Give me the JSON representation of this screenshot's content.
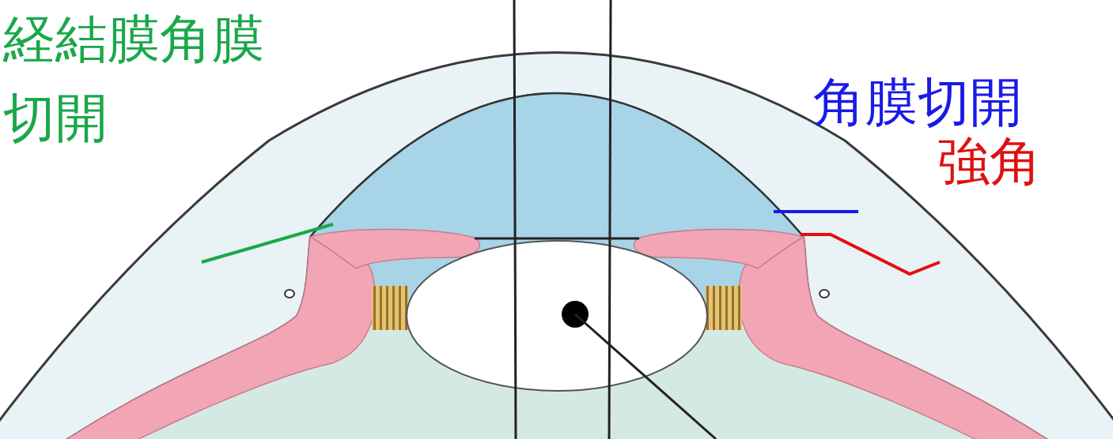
{
  "diagram": {
    "labels": [
      "経結膜角膜 切開",
      "角膜切開",
      "強角"
    ]
  }
}
